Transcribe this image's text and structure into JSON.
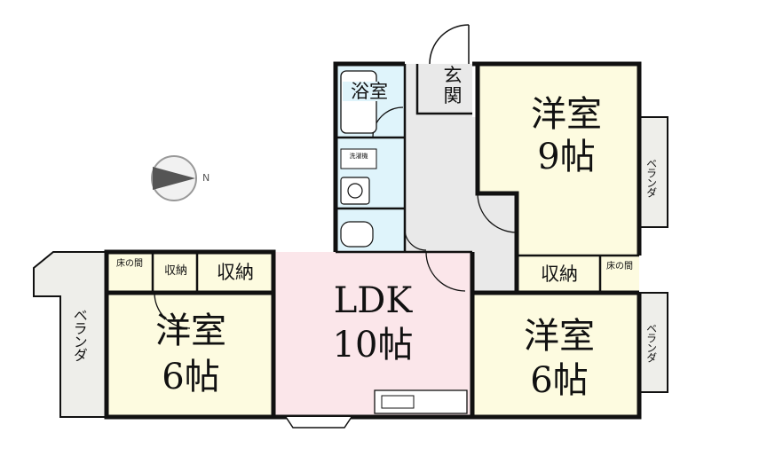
{
  "colors": {
    "wall": "#111111",
    "cream": "#fdfbe0",
    "ldk_pink": "#fbe6ea",
    "balcony_gray": "#eeeeea",
    "water_blue": "#dff4fb",
    "hall_gray": "#e9e9e9"
  },
  "compass": {
    "icon": "compass-north-arrow",
    "north_label": "N"
  },
  "rooms": {
    "western_9": {
      "name": "洋室",
      "size": "9帖"
    },
    "western_6_left": {
      "name": "洋室",
      "size": "6帖"
    },
    "western_6_right": {
      "name": "洋室",
      "size": "6帖"
    },
    "ldk": {
      "name": "LDK",
      "size": "10帖"
    },
    "bath": {
      "label": "浴室"
    },
    "entrance": {
      "label": "玄関"
    },
    "washer": {
      "label": "洗濯機"
    }
  },
  "storage": {
    "closet_left_small": "収納",
    "closet_left": "収納",
    "closet_right": "収納",
    "tokonoma_left": "床の間",
    "tokonoma_right": "床の間"
  },
  "balconies": {
    "left": "ベランダ",
    "right_top": "ベランダ",
    "right_bottom": "ベランダ"
  }
}
